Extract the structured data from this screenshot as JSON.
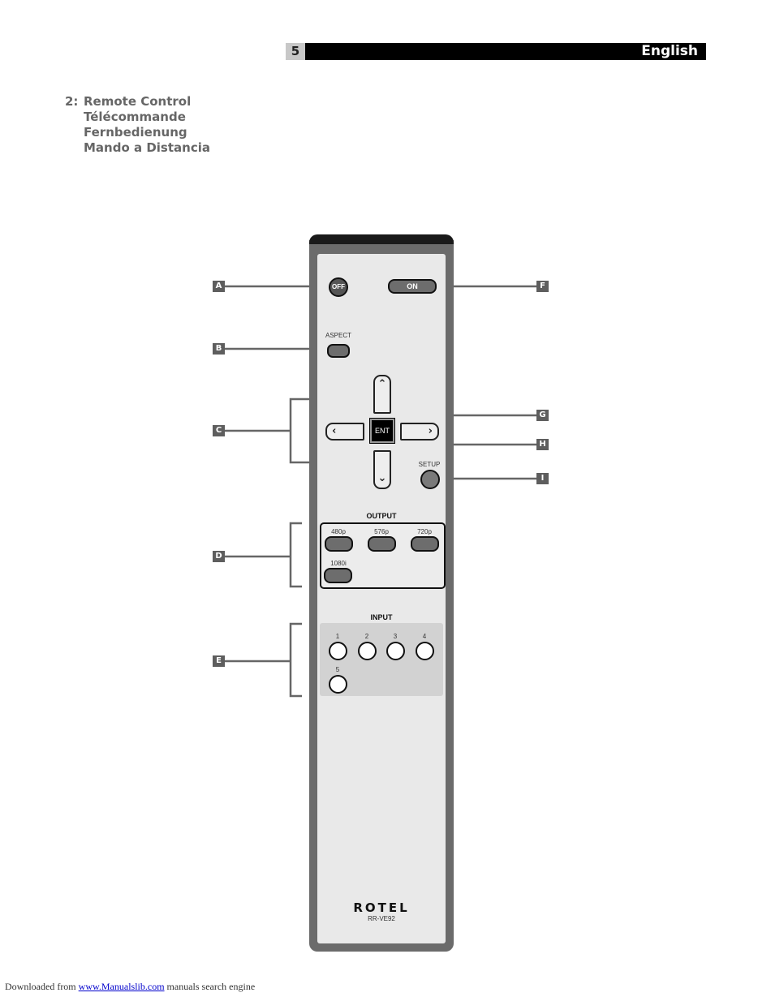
{
  "header": {
    "page_number": "5",
    "language": "English"
  },
  "section": {
    "number": "2:",
    "titles": [
      "Remote Control",
      "Télécommande",
      "Fernbedienung",
      "Mando a Distancia"
    ]
  },
  "remote": {
    "off_label": "OFF",
    "on_label": "ON",
    "aspect_label": "ASPECT",
    "ent_label": "ENT",
    "setup_label": "SETUP",
    "output_title": "OUTPUT",
    "output_buttons": [
      "480p",
      "576p",
      "720p",
      "1080i"
    ],
    "input_title": "INPUT",
    "input_buttons": [
      "1",
      "2",
      "3",
      "4",
      "5"
    ],
    "brand": "ROTEL",
    "model": "RR-VE92",
    "nav_icons": [
      "chevron-up-icon",
      "chevron-down-icon",
      "chevron-left-icon",
      "chevron-right-icon"
    ]
  },
  "callouts": [
    "A",
    "B",
    "C",
    "D",
    "E",
    "F",
    "G",
    "H",
    "I"
  ],
  "footer": {
    "prefix": "Downloaded from",
    "link_text": "www.Manualslib.com",
    "suffix": "manuals search engine"
  }
}
